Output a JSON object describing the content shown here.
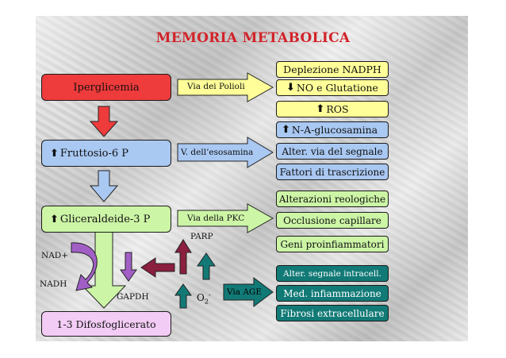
{
  "title": "MEMORIA METABOLICA",
  "glyphs": {
    "up": "⬆",
    "down": "⬇"
  },
  "boxes": {
    "iperglicemia": "Iperglicemia",
    "fruttosio": "Fruttosio-6 P",
    "gliceraldeide": "Gliceraldeide-3 P",
    "difosfoglicerato": "1-3 Difosfoglicerato"
  },
  "pathways": {
    "polioli": "Via dei Polioli",
    "esosamina": "V. dell’esosamina",
    "pkc": "Via della PKC",
    "age": "Via AGE"
  },
  "effects": {
    "polioli": [
      "Deplezione NADPH",
      "NO e Glutatione",
      "ROS"
    ],
    "esosamina": [
      "N-A-glucosamina",
      "Alter. via del segnale",
      "Fattori di trascrizione"
    ],
    "pkc": [
      "Alterazioni reologiche",
      "Occlusione capillare",
      "Geni proinfiammatori"
    ],
    "age": [
      "Alter. segnale intracell.",
      "Med. infiammazione",
      "Fibrosi extracellulare"
    ]
  },
  "labels": {
    "nad": "NAD+",
    "nadh": "NADH",
    "gapdh": "GAPDH",
    "parp": "PARP",
    "o2": "O",
    "o2_sub": "2",
    "o2_sup": "-"
  },
  "colors": {
    "title": "#d2232a",
    "red": "#ee3b3b",
    "blue": "#a9c8f2",
    "green": "#ccf5a6",
    "yellow": "#fffe99",
    "teal": "#127a76",
    "purple": "#a15fc6",
    "maroon": "#8a1f3f"
  }
}
